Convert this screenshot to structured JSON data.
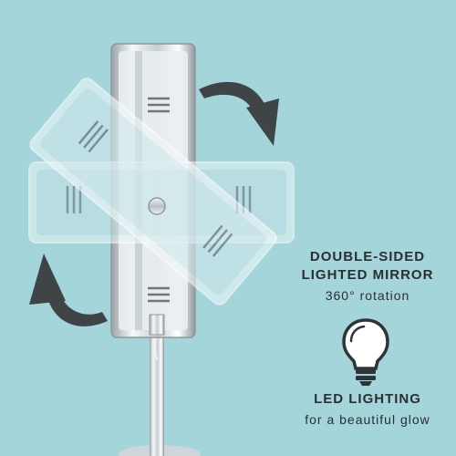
{
  "features": [
    {
      "title_line1": "DOUBLE-SIDED",
      "title_line2": "LIGHTED MIRROR",
      "subtitle": "360° rotation"
    },
    {
      "title": "LED LIGHTING",
      "subtitle": "for a beautiful glow"
    }
  ],
  "colors": {
    "background": "#a3d5db",
    "text": "#2b2f33",
    "arrow": "#3f4447",
    "chrome": "#d9dfe3"
  },
  "icons": [
    "rotate-arrow-icon",
    "light-bulb-icon"
  ]
}
